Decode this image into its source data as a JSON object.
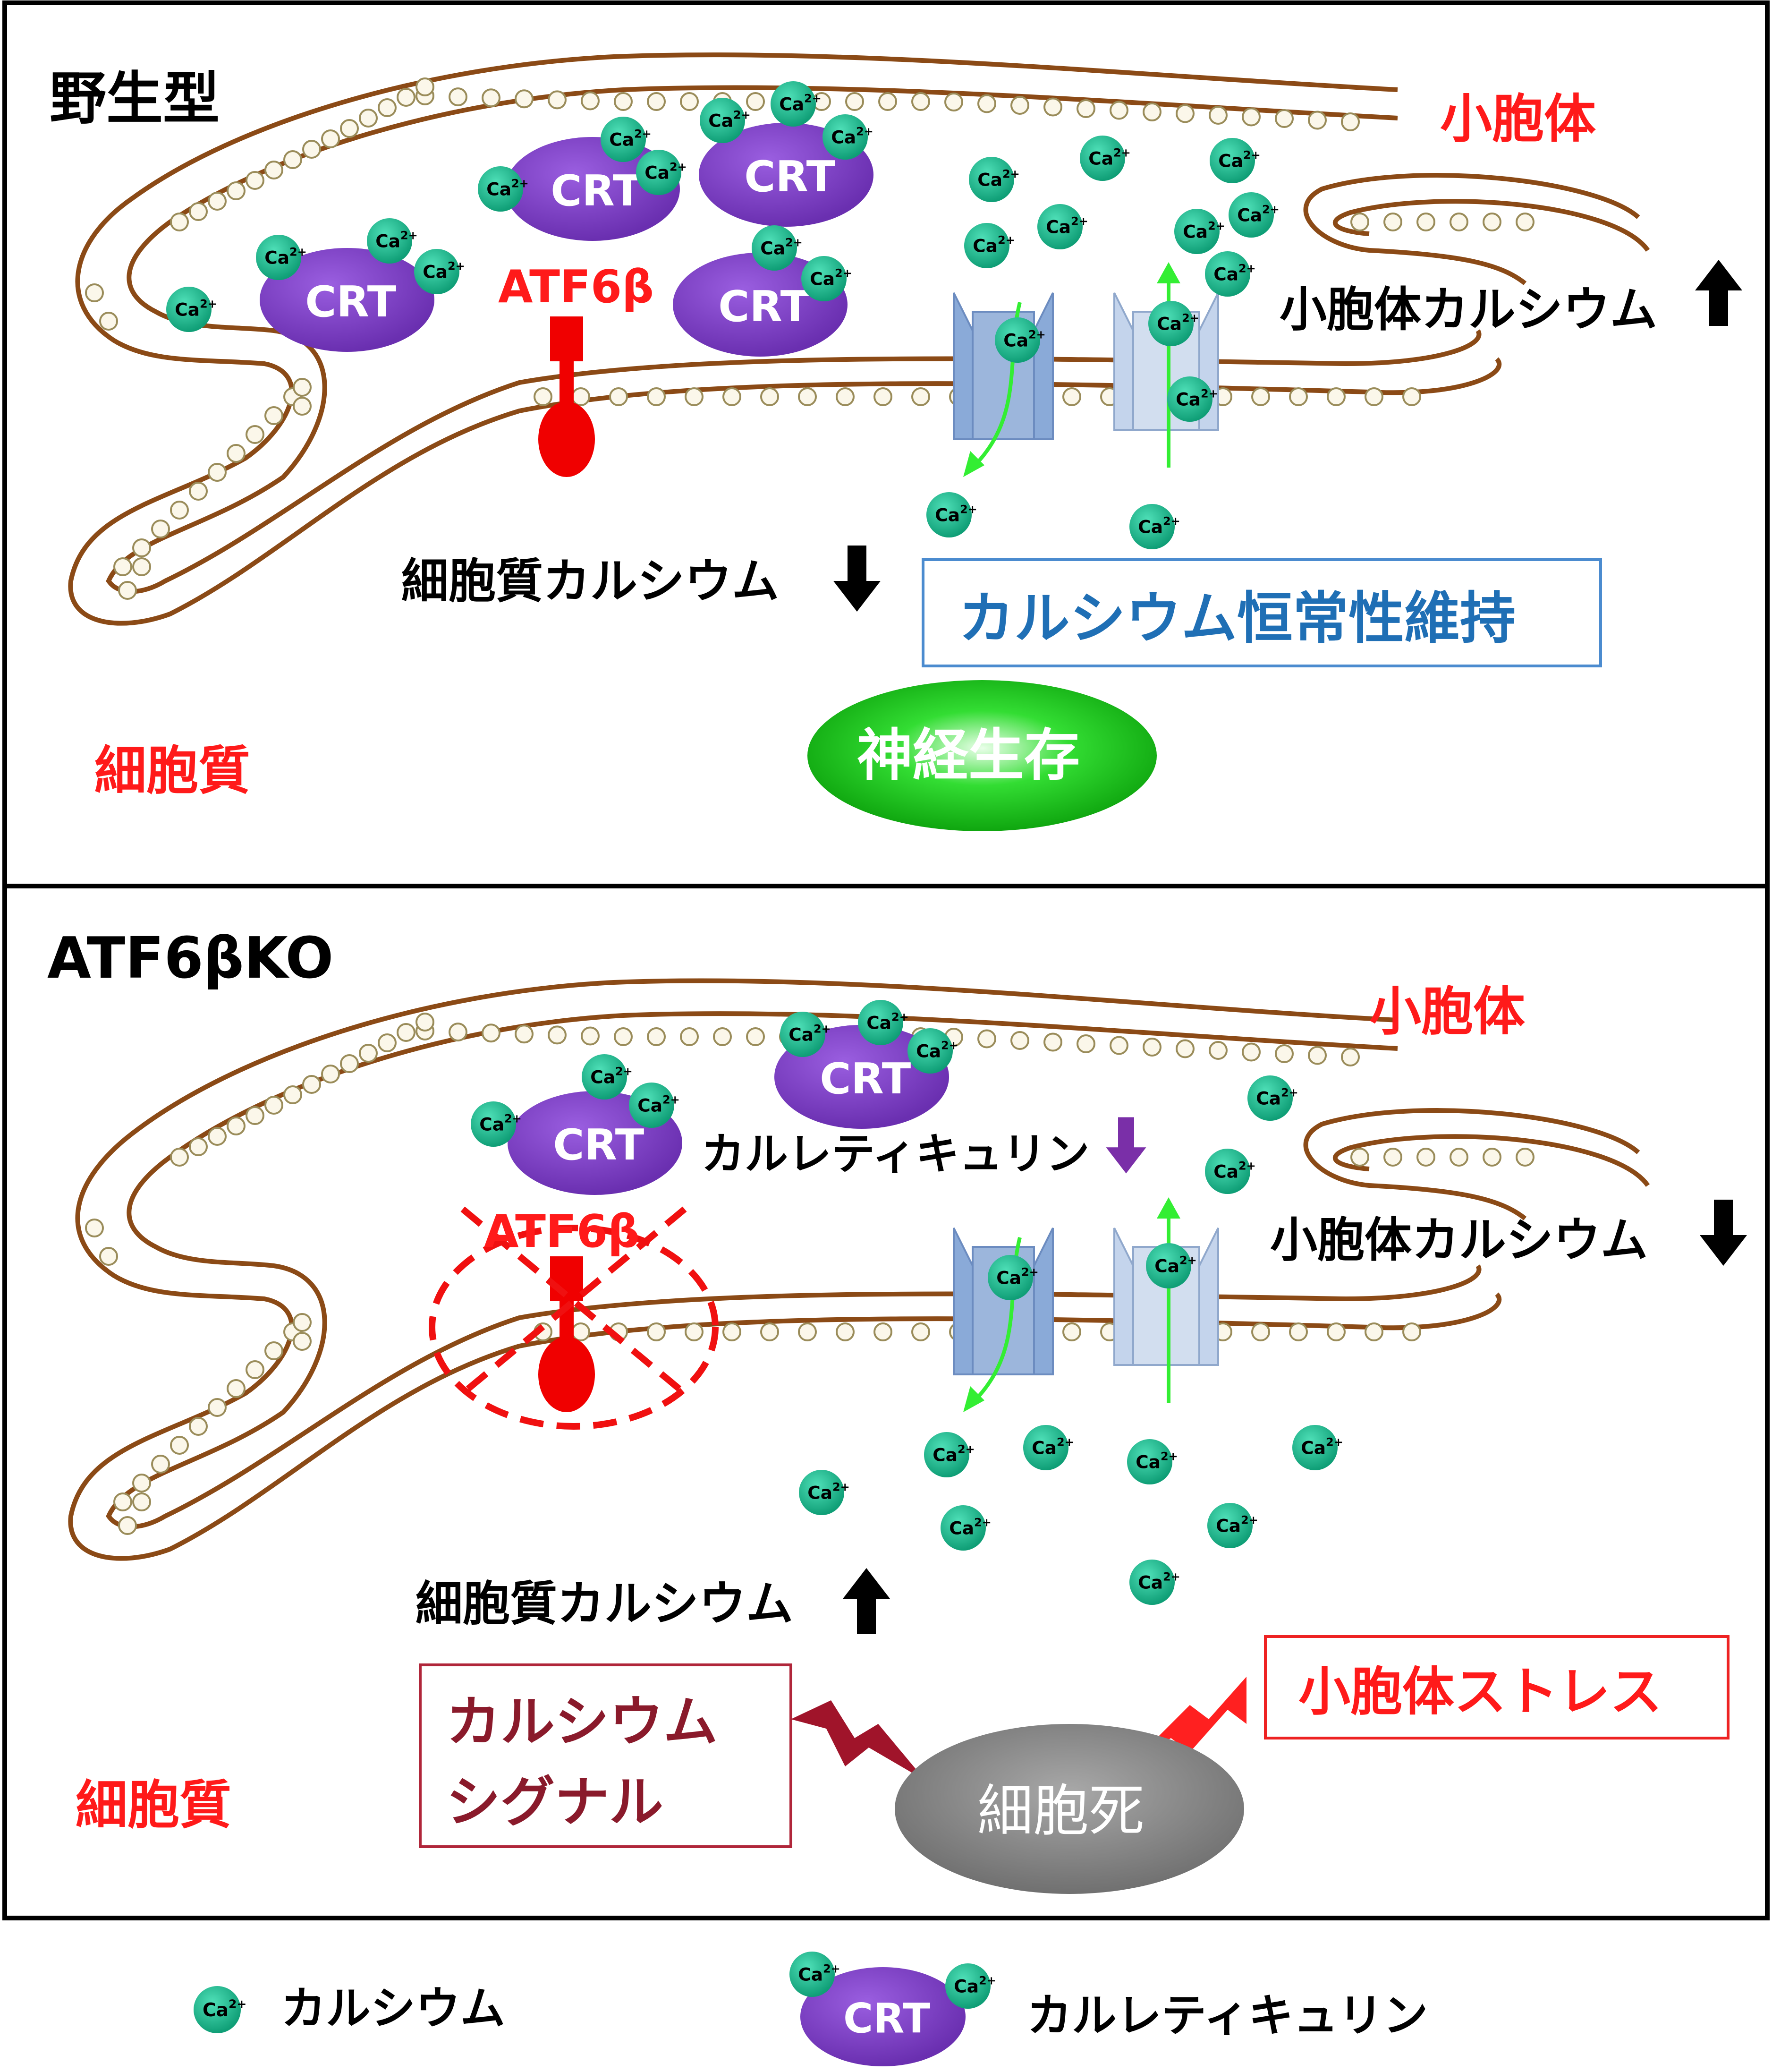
{
  "colors": {
    "membrane": "#8b4a16",
    "vesicle_fill": "#fbf7ea",
    "vesicle_stroke": "#9a8c5a",
    "calcium": "#14b88b",
    "crt": "#7c3fc0",
    "atf6b": "#f00000",
    "channel": "#8aaad8",
    "channel_light": "#c4d4ec",
    "flow_arrow": "#33ee33",
    "survival": "#22cc22",
    "death": "#8a8a8a"
  },
  "panels": {
    "wild_type": {
      "title": "野生型",
      "er_label": "小胞体",
      "cytoplasm_label": "細胞質",
      "atf6b_label": "ATF6β",
      "er_calcium_label": "小胞体カルシウム",
      "cyto_calcium_label": "細胞質カルシウム",
      "homeostasis_label": "カルシウム恒常性維持",
      "survival_label": "神経生存",
      "er_calcium_direction": "up",
      "cyto_calcium_direction": "down"
    },
    "knockout": {
      "title": "ATF6βKO",
      "er_label": "小胞体",
      "cytoplasm_label": "細胞質",
      "atf6b_label": "ATF6β",
      "er_calcium_label": "小胞体カルシウム",
      "cyto_calcium_label": "細胞質カルシウム",
      "calreticulin_label": "カルレティキュリン",
      "calcium_signal_line1": "カルシウム",
      "calcium_signal_line2": "シグナル",
      "er_stress_label": "小胞体ストレス",
      "cell_death_label": "細胞死",
      "er_calcium_direction": "down",
      "cyto_calcium_direction": "up",
      "calreticulin_direction": "down"
    }
  },
  "molecule": {
    "ca_label": "Ca",
    "ca_sup": "2+",
    "crt_label": "CRT"
  },
  "legend": {
    "calcium_label": "カルシウム",
    "calreticulin_label": "カルレティキュリン"
  }
}
